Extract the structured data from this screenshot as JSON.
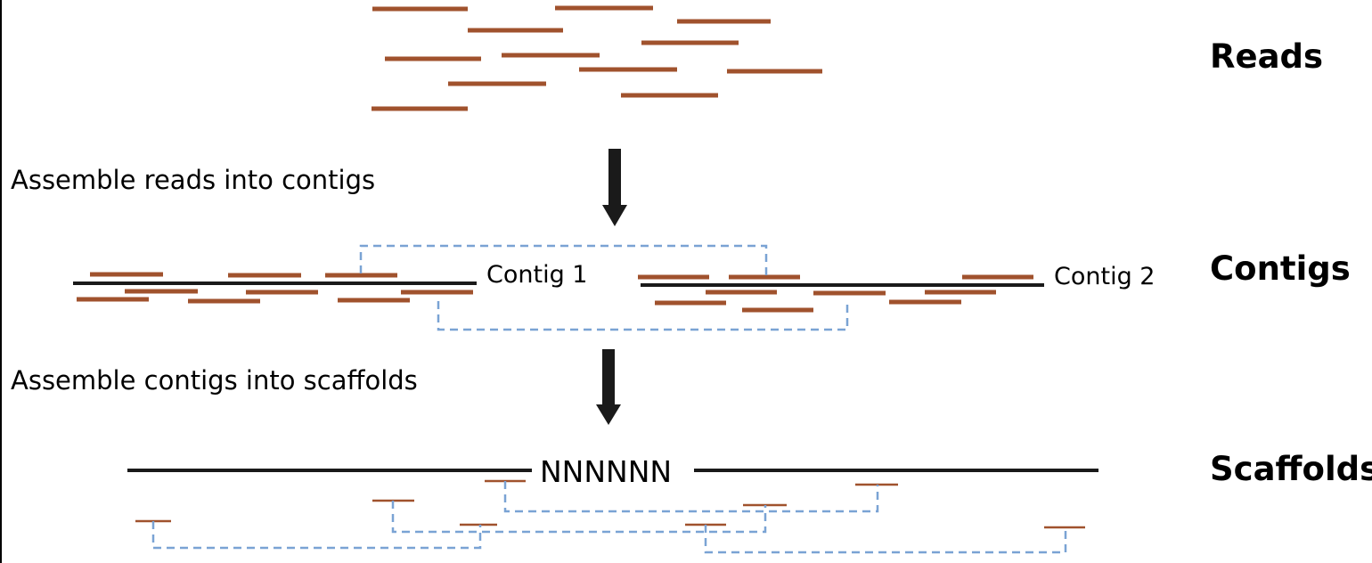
{
  "stages": {
    "reads": "Reads",
    "contigs": "Contigs",
    "scaffolds": "Scaffolds"
  },
  "steps": {
    "assemble_reads": "Assemble reads into contigs",
    "assemble_contigs": "Assemble contigs into scaffolds"
  },
  "contig_labels": {
    "contig1": "Contig 1",
    "contig2": "Contig 2"
  },
  "scaffold_gap": "NNNNNN",
  "colors": {
    "read": "#a0522d",
    "sequence": "#1a1a1a",
    "link": "#7aa3d4",
    "arrow": "#1a1a1a"
  }
}
